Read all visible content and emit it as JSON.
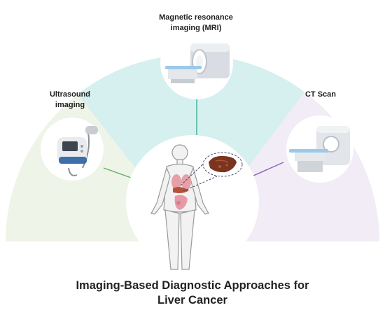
{
  "diagram": {
    "title_line1": "Imaging-Based Diagnostic Approaches for",
    "title_line2": "Liver Cancer",
    "segments": [
      {
        "label_line1": "Ultrasound",
        "label_line2": "imaging",
        "color": "#eef4e8",
        "connector_color": "#5fb05f"
      },
      {
        "label_line1": "Magnetic resonance",
        "label_line2": "imaging (MRI)",
        "color": "#d6efef",
        "connector_color": "#3fae9a"
      },
      {
        "label_line1": "CT Scan",
        "label_line2": "",
        "color": "#f1ecf6",
        "connector_color": "#8a63b8"
      }
    ],
    "icons": [
      "ultrasound-machine-icon",
      "mri-scanner-icon",
      "ct-scanner-icon",
      "human-body-icon",
      "liver-icon"
    ]
  }
}
